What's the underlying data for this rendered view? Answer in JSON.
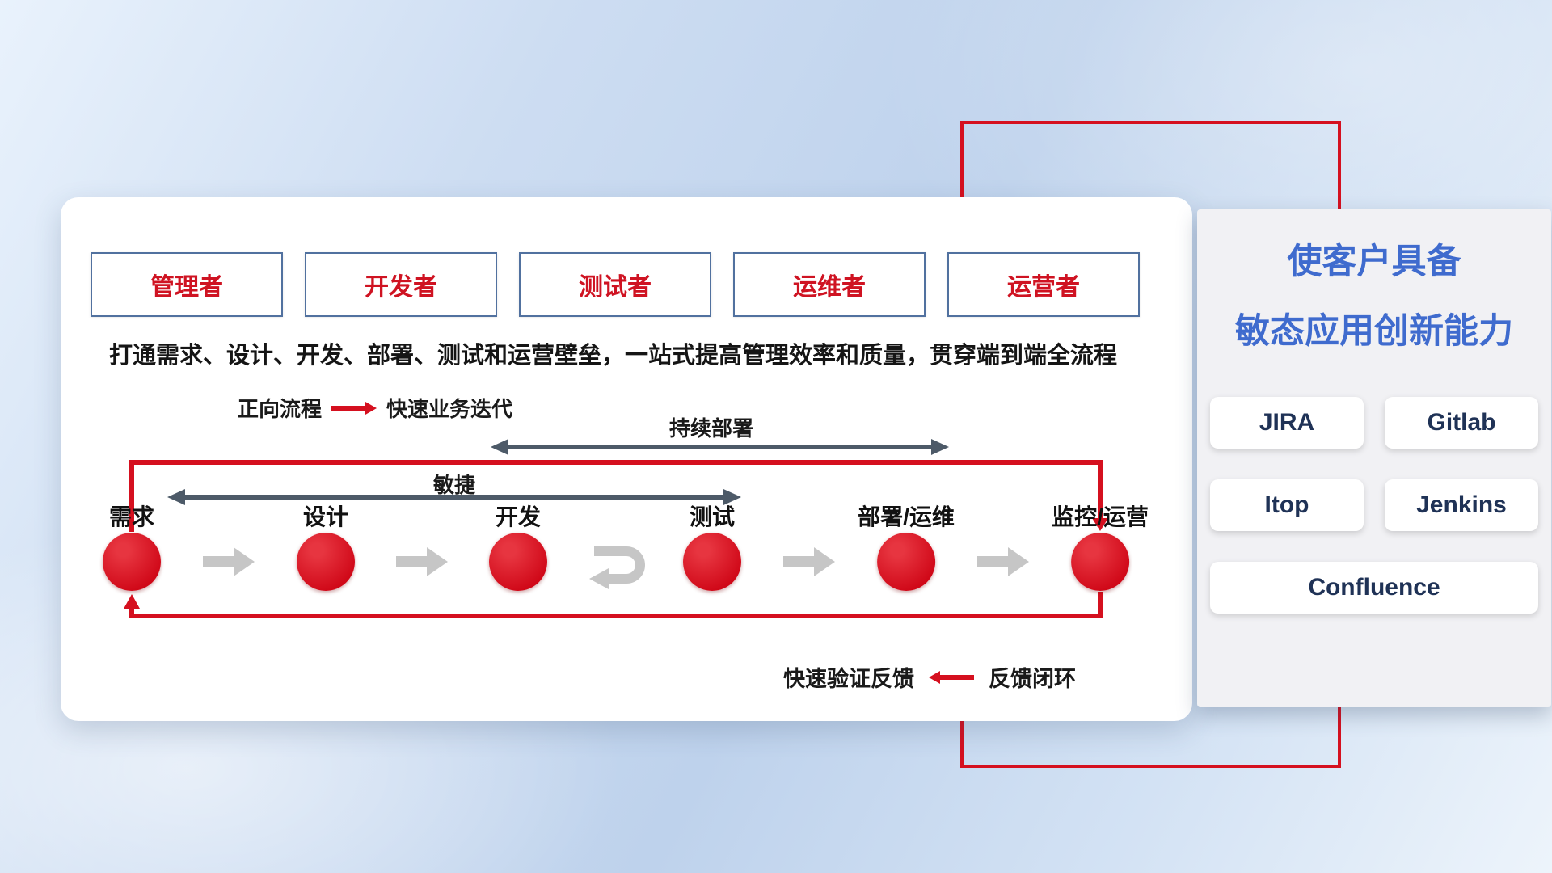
{
  "colors": {
    "accent_red": "#d5101f",
    "dark_arrow": "#4d5a68",
    "flow_arrow_gray": "#c6c6c6",
    "panel_title_blue": "#3f6bce",
    "role_text_red": "#cf1322",
    "tool_text_navy": "#1f3256"
  },
  "roles": [
    {
      "label": "管理者"
    },
    {
      "label": "开发者"
    },
    {
      "label": "测试者"
    },
    {
      "label": "运维者"
    },
    {
      "label": "运营者"
    }
  ],
  "headline": "打通需求、设计、开发、部署、测试和运营壁垒，一站式提高管理效率和质量，贯穿端到端全流程",
  "legend": {
    "forward_label": "正向流程",
    "forward_desc": "快速业务迭代",
    "feedback_desc": "快速验证反馈",
    "feedback_label": "反馈闭环"
  },
  "flow": {
    "cd_label": "持续部署",
    "agile_label": "敏捷",
    "steps": [
      {
        "label": "需求"
      },
      {
        "label": "设计"
      },
      {
        "label": "开发"
      },
      {
        "label": "测试"
      },
      {
        "label": "部署/运维"
      },
      {
        "label": "监控/运营"
      }
    ]
  },
  "panel": {
    "title_line1": "使客户具备",
    "title_line2": "敏态应用创新能力",
    "tools": [
      {
        "name": "JIRA"
      },
      {
        "name": "Gitlab"
      },
      {
        "name": "Itop"
      },
      {
        "name": "Jenkins"
      },
      {
        "name": "Confluence"
      }
    ]
  }
}
